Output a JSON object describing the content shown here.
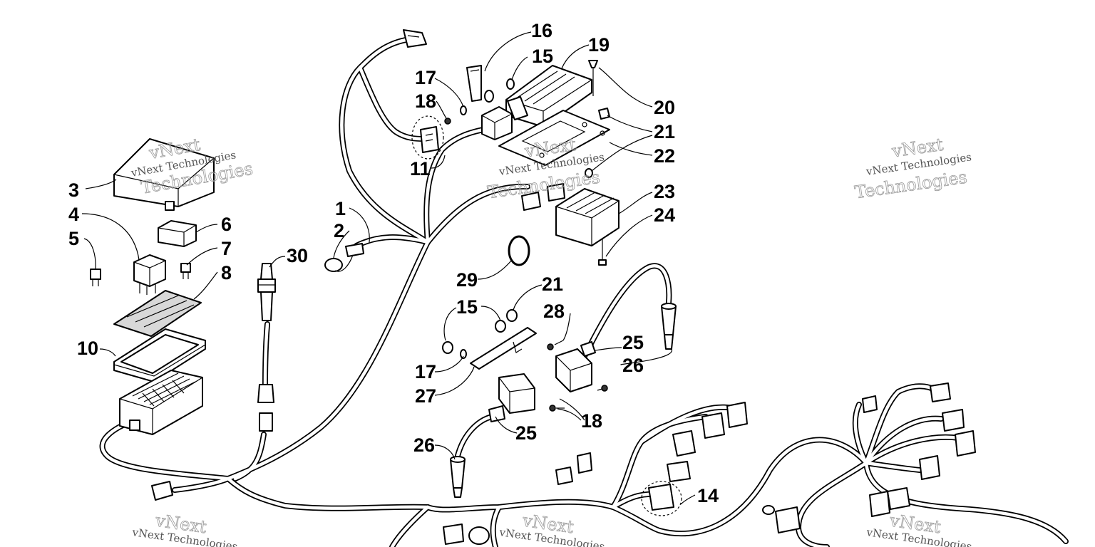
{
  "diagram": {
    "callouts": [
      "1",
      "2",
      "3",
      "4",
      "5",
      "6",
      "7",
      "8",
      "10",
      "11",
      "14",
      "15",
      "15",
      "16",
      "17",
      "17",
      "18",
      "18",
      "19",
      "20",
      "21",
      "21",
      "22",
      "23",
      "24",
      "25",
      "25",
      "26",
      "26",
      "27",
      "28",
      "29",
      "30"
    ],
    "watermark_line1": "vNext Technologies",
    "watermark_line2": "Technologies",
    "watermark_word": "vNext"
  }
}
